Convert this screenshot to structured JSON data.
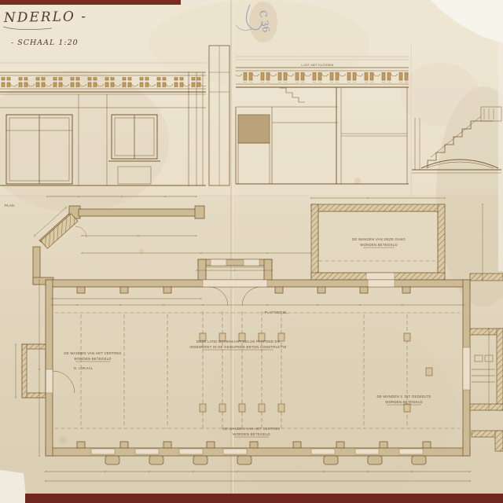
{
  "document": {
    "kind": "scanned architectural drawing on aged paper",
    "paper_color": "#e6dcc6",
    "ink_color": "#7a5c33",
    "border_red": "#702621",
    "pencil_blue": "#8292bb"
  },
  "title_block": {
    "line1": "NDERLO -",
    "line2": "- SCHAAL 1:20"
  },
  "pencil_note": {
    "text": "C 36"
  },
  "corner_label": {
    "text": "PLAN"
  },
  "elevations": {
    "right_note": "LIJST MET KLOSSEN"
  },
  "plan": {
    "labels": {
      "room": "N. LOKAAL",
      "ceiling": "PLAFOND BL."
    },
    "annotations": [
      {
        "line1": "DE WANDEN VAN HET VERTREK",
        "line2": "WORDEN BETEGELD"
      },
      {
        "line1": "DEZE LATEI BOVENKANT GELIJK PLAFOND EN",
        "line2": "INGEWERKT IN DE GEWAPEND BETON CONSTRUCTIE"
      },
      {
        "line1": "DE WANDEN VAN DEZE GANG",
        "line2": "WORDEN BETEGELD"
      },
      {
        "line1": "DE WANDEN V. DIT GEDEELTE",
        "line2": "WORDEN BETEGELD"
      },
      {
        "line1": "DE WANDEN VAN HET VERTREK",
        "line2": "WORDEN BETEGELD"
      }
    ]
  }
}
